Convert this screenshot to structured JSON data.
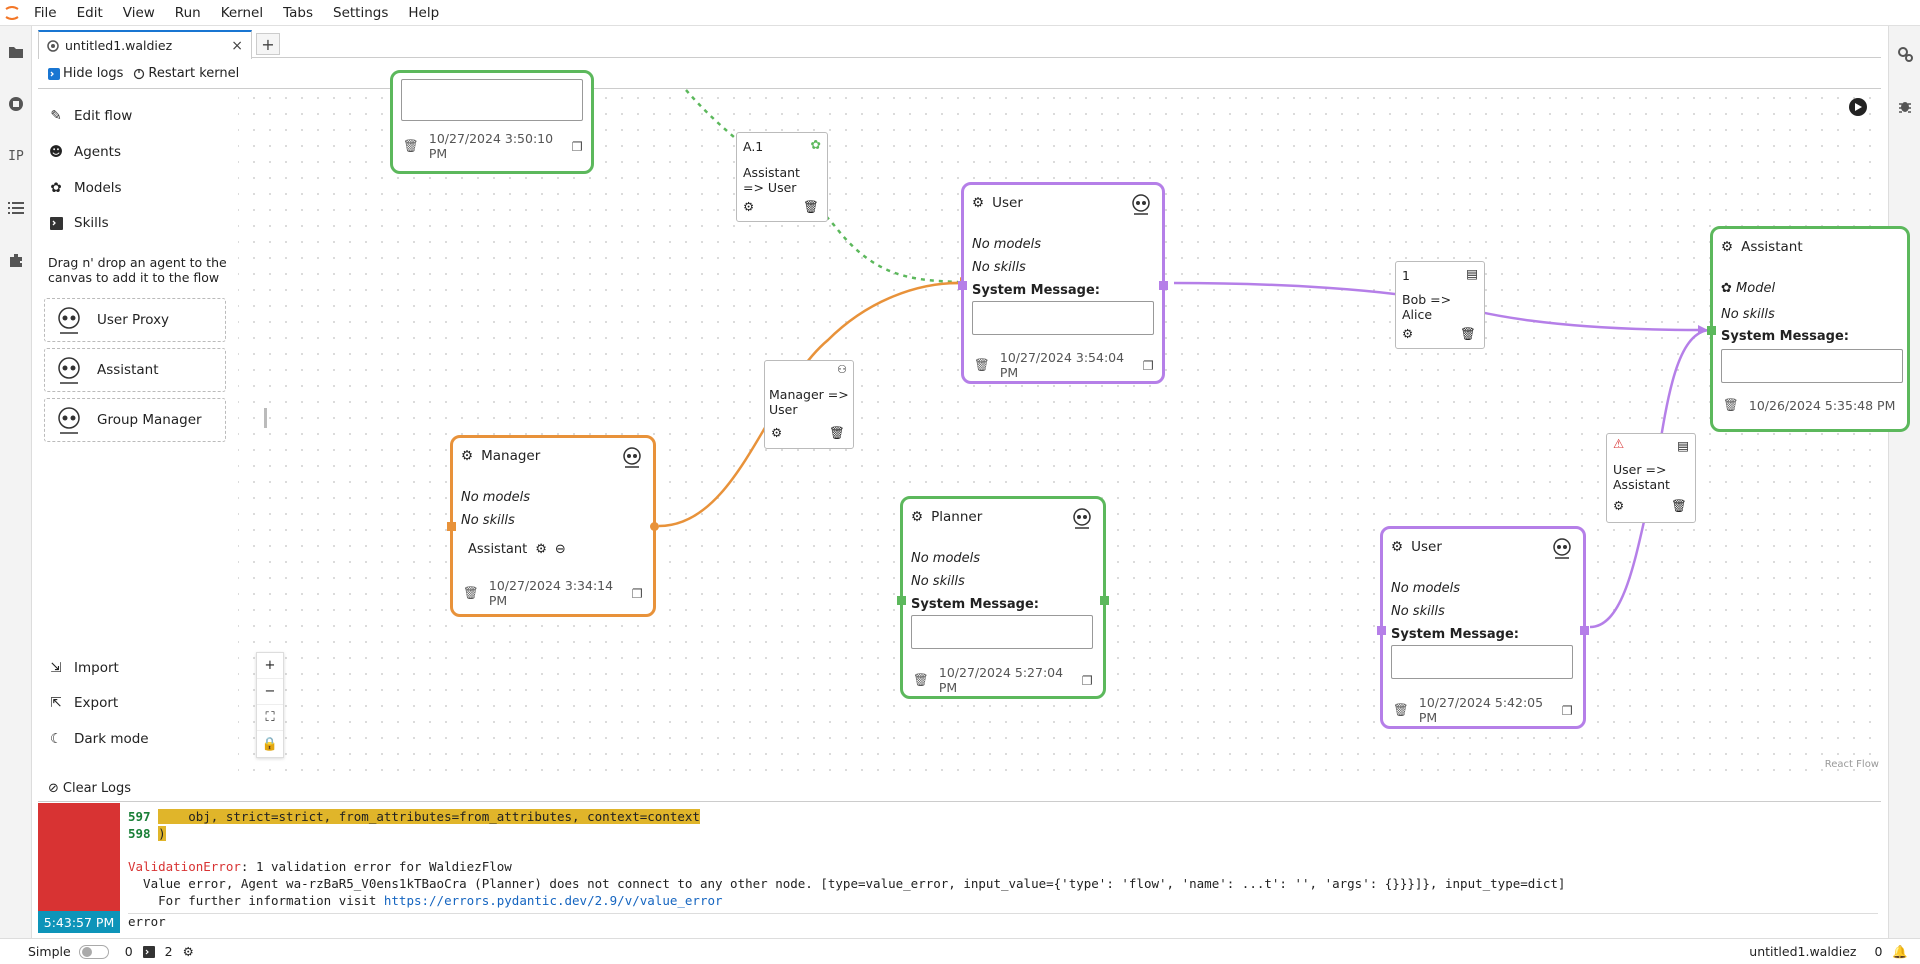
{
  "menu": [
    "File",
    "Edit",
    "View",
    "Run",
    "Kernel",
    "Tabs",
    "Settings",
    "Help"
  ],
  "tab": {
    "title": "untitled1.waldiez",
    "close": "×",
    "add": "+"
  },
  "toolbar": {
    "hide_logs": "Hide logs",
    "restart_kernel": "Restart kernel"
  },
  "sidebar": {
    "edit_flow": "Edit flow",
    "agents": "Agents",
    "models": "Models",
    "skills": "Skills",
    "hint": "Drag n' drop an agent to the canvas to add it to the flow",
    "dnd": [
      "User Proxy",
      "Assistant",
      "Group Manager"
    ],
    "import": "Import",
    "export": "Export",
    "dark_mode": "Dark mode"
  },
  "nodes": {
    "top": {
      "date": "10/27/2024 3:50:10 PM"
    },
    "user1": {
      "name": "User",
      "models": "No models",
      "skills": "No skills",
      "sysmsg": "System Message:",
      "date": "10/27/2024 3:54:04 PM"
    },
    "assistant": {
      "name": "Assistant",
      "model": "Model",
      "skills": "No skills",
      "sysmsg": "System Message:",
      "date": "10/26/2024 5:35:48 PM"
    },
    "manager": {
      "name": "Manager",
      "models": "No models",
      "skills": "No skills",
      "member": "Assistant",
      "date": "10/27/2024 3:34:14 PM"
    },
    "planner": {
      "name": "Planner",
      "models": "No models",
      "skills": "No skills",
      "sysmsg": "System Message:",
      "date": "10/27/2024 5:27:04 PM"
    },
    "user2": {
      "name": "User",
      "models": "No models",
      "skills": "No skills",
      "sysmsg": "System Message:",
      "date": "10/27/2024 5:42:05 PM"
    }
  },
  "edges": {
    "a1": {
      "label": "A.1",
      "text": "Assistant => User"
    },
    "mgr": {
      "text": "Manager => User"
    },
    "bob": {
      "label": "1",
      "text": "Bob => Alice"
    },
    "ua": {
      "text": "User => Assistant"
    }
  },
  "attribution": "React Flow",
  "logs": {
    "clear": "Clear Logs",
    "line597_no": "597",
    "line597": "    obj, strict=strict, from_attributes=from_attributes, context=context",
    "line598_no": "598",
    "line598": ")",
    "err_name": "ValidationError",
    "err_msg": ": 1 validation error for WaldiezFlow",
    "err_detail": "  Value error, Agent wa-rzBaR5_V0ens1kTBaoCra (Planner) does not connect to any other node. [type=value_error, input_value={'type': 'flow', 'name': ...t': '', 'args': {}}}]}, input_type=dict]",
    "err_info_prefix": "    For further information visit ",
    "err_link": "https://errors.pydantic.dev/2.9/v/value_error",
    "time": "5:43:57 PM",
    "last": "error"
  },
  "status": {
    "mode": "Simple",
    "count1": "0",
    "count2": "2",
    "filename": "untitled1.waldiez",
    "notif_count": "0"
  },
  "colors": {
    "green": "#5cb85c",
    "purple": "#b57fe8",
    "orange": "#e8923a",
    "error_red": "#d83333",
    "time_teal": "#0d94b9",
    "highlight": "#e0b52a"
  }
}
